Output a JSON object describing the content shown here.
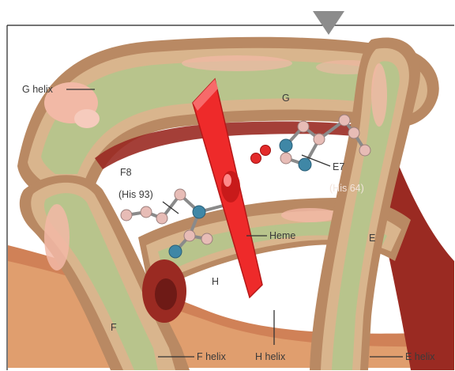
{
  "labels": {
    "g_helix": "G helix",
    "g": "G",
    "f8": "F8",
    "his93": "(His 93)",
    "e7": "E7",
    "his64": "(His 64)",
    "heme": "Heme",
    "e": "E",
    "h": "H",
    "f": "F",
    "f_helix": "F helix",
    "h_helix": "H helix",
    "e_helix": "E helix"
  },
  "icons": {
    "top_marker": "triangle-down-icon"
  },
  "colors": {
    "heme": "#ee2a2a",
    "helix_outer": "#b98963",
    "helix_mid": "#d9b58d",
    "helix_band": "#b8c48c",
    "helix_highlight": "#f2b9a6",
    "helix_shadow": "#9a2a22",
    "atom_nitrogen": "#3f87a6",
    "atom_carbon": "#e7bcb6",
    "atom_oxygen": "#e32a2a",
    "marker": "#8c8c8c"
  }
}
